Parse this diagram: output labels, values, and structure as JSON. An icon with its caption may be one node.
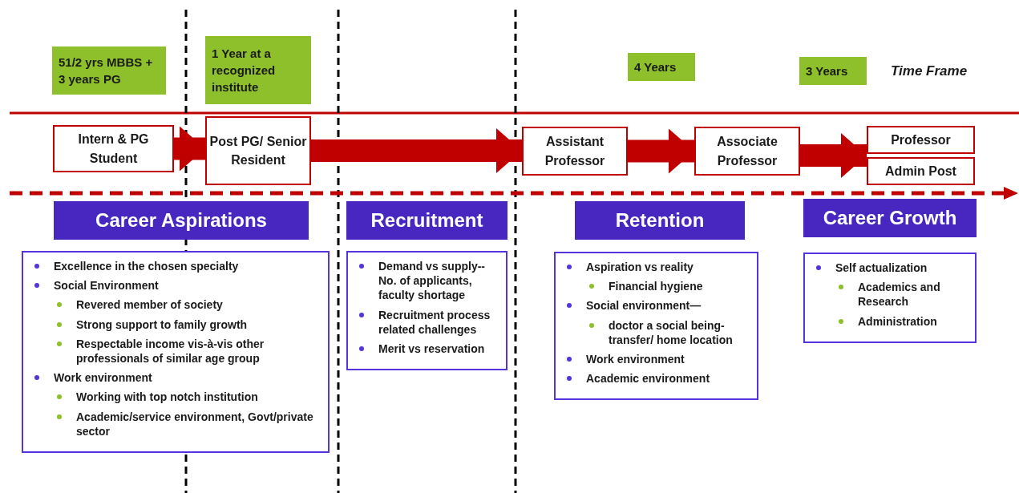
{
  "diagram": {
    "nodes": [
      {
        "text": [
          "51/2 yrs MBBS + 3 years PG"
        ]
      },
      {
        "text": [
          "1 Year at a recognized institute"
        ]
      },
      {
        "text": [
          "4 Years"
        ]
      },
      {
        "text": [
          "3 Years"
        ]
      },
      {
        "text": [
          "Intern & PG Student"
        ]
      },
      {
        "text": [
          "Post PG/ Senior Resident"
        ]
      },
      {
        "text": [
          "Assistant Professor"
        ]
      },
      {
        "text": [
          "Associate Professor"
        ]
      },
      {
        "text": [
          "Professor"
        ]
      },
      {
        "text": [
          "Admin Post"
        ]
      },
      {
        "text": [
          "Career Aspirations"
        ]
      },
      {
        "text": [
          "Excellence in the chosen specialty",
          "Social Environment",
          "Revered member of society",
          "Strong support to family growth",
          "Respectable income vis-à-vis other professionals of similar age group",
          "Work environment",
          "Working with top notch institution",
          "Academic/service environment, Govt/private sector"
        ]
      },
      {
        "text": [
          "Recruitment"
        ]
      },
      {
        "text": [
          "Demand vs supply-- No. of applicants, faculty shortage",
          "Recruitment process related challenges",
          "Merit vs reservation"
        ]
      },
      {
        "text": [
          "Retention"
        ]
      },
      {
        "text": [
          "Aspiration vs reality",
          "Financial hygiene",
          "Social environment—",
          "doctor a social being- transfer/ home location",
          "Work environment",
          "Academic environment"
        ]
      },
      {
        "text": [
          "Career Growth"
        ]
      },
      {
        "text": [
          "Self actualization",
          "Academics and Research",
          "Administration"
        ]
      }
    ],
    "edges": [
      {
        "from": 4,
        "to": 5,
        "arrow": "to"
      },
      {
        "from": 5,
        "to": 6,
        "arrow": "to"
      },
      {
        "from": 6,
        "to": 7,
        "arrow": "to"
      },
      {
        "from": 7,
        "to": 8,
        "arrow": "to"
      },
      {
        "from": 7,
        "to": 9,
        "arrow": "to"
      }
    ],
    "labels": [
      "Time Frame"
    ]
  }
}
